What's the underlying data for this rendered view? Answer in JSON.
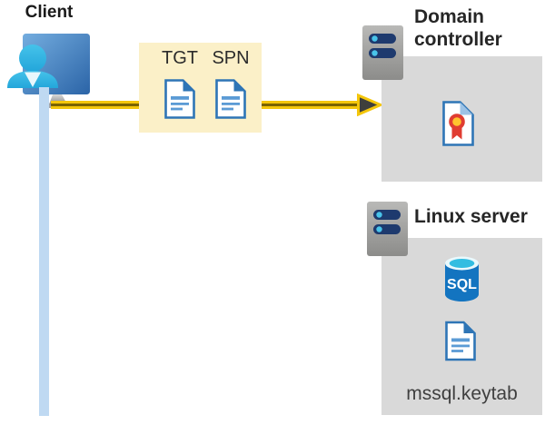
{
  "diagram": {
    "client": {
      "label": "Client"
    },
    "ticket_box": {
      "tickets": [
        {
          "label": "TGT"
        },
        {
          "label": "SPN"
        }
      ]
    },
    "domain_controller": {
      "label": "Domain controller"
    },
    "linux_server": {
      "label": "Linux server",
      "database_label": "SQL",
      "keytab_label": "mssql.keytab"
    }
  },
  "icons": {
    "client": "person-at-workstation",
    "ticket": "document",
    "server": "rack-server",
    "certificate": "certificate-document",
    "database": "sql-database-cylinder",
    "keytab": "document"
  },
  "colors": {
    "highlight_box": "#FBF0C8",
    "server_panel": "#D9D9D9",
    "arrow_yellow": "#F4C60B",
    "arrow_dark_stripe": "#7A6400",
    "arrowhead_fill": "#3F3F3C",
    "document_blue": "#2E75B6",
    "document_line_blue": "#5B9BD5",
    "person_cyan": "#3CB9E5",
    "client_drop_line": "#BFD9F2",
    "server_slot_navy": "#1E3A6E",
    "server_led_cyan": "#49C4EA",
    "sql_body_blue": "#1374C0",
    "sql_top_cyan": "#32BDE1",
    "ribbon_red": "#E03C31",
    "ribbon_yellow": "#FFC32E",
    "label_color": "#262626"
  }
}
